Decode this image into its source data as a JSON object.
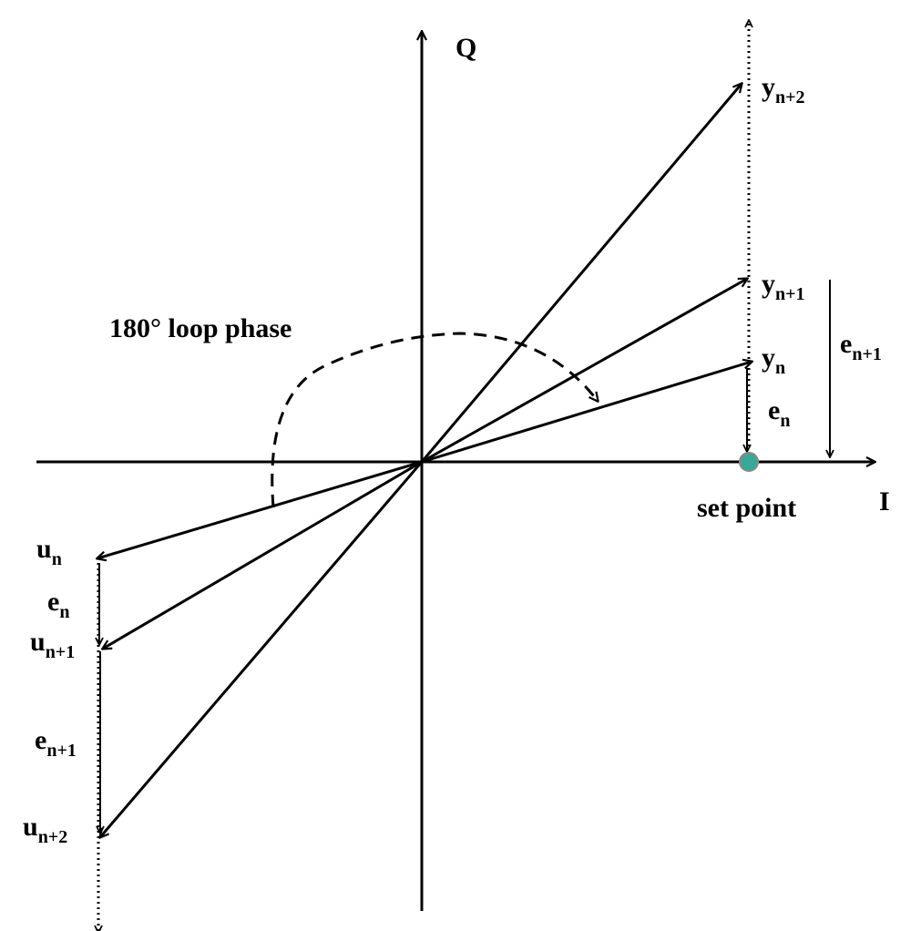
{
  "axes": {
    "horizontal_label": "I",
    "vertical_label": "Q"
  },
  "annotation": {
    "loop_phase_text": "180° loop phase"
  },
  "setpoint": {
    "label": "set point",
    "marker_color": "#3aa899"
  },
  "vectors": {
    "y": [
      {
        "base": "y",
        "sub": "n"
      },
      {
        "base": "y",
        "sub": "n+1"
      },
      {
        "base": "y",
        "sub": "n+2"
      }
    ],
    "u": [
      {
        "base": "u",
        "sub": "n"
      },
      {
        "base": "u",
        "sub": "n+1"
      },
      {
        "base": "u",
        "sub": "n+2"
      }
    ]
  },
  "errors": {
    "right": [
      {
        "base": "e",
        "sub": "n"
      },
      {
        "base": "e",
        "sub": "n+1"
      }
    ],
    "left": [
      {
        "base": "e",
        "sub": "n"
      },
      {
        "base": "e",
        "sub": "n+1"
      }
    ]
  }
}
